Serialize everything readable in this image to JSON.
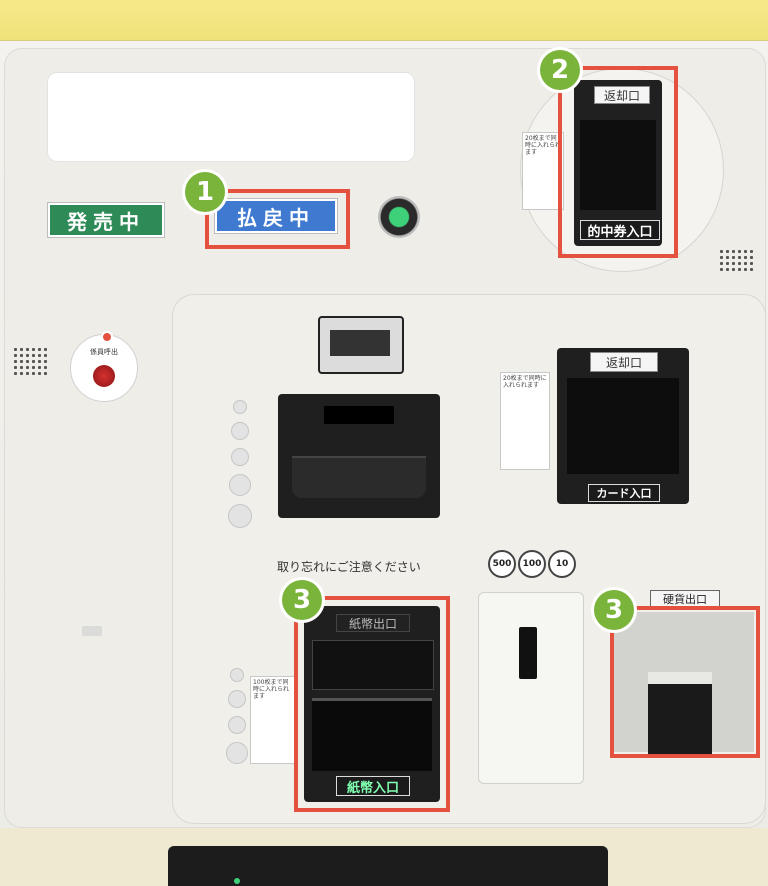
{
  "machine": {
    "status_labels": {
      "selling": "発売中",
      "payback": "払戻中"
    },
    "slots": {
      "winning_ticket_label": "的中券入口",
      "winning_ticket_return_label": "返却口",
      "card_return_label": "返却口",
      "card_insert_label": "カード入口",
      "note_insert_label": "紙幣入口",
      "note_return_label": "紙幣出口",
      "coin_return_label": "硬貨出口"
    },
    "staff_button_label": "係員呼出",
    "caution_text": "取り忘れにご注意ください",
    "instructions": {
      "upper_card": "20枚まで同時に入れられます",
      "middle_card": "20枚まで同時に入れられます",
      "lower_card": "100枚まで同時に入れられます"
    },
    "coins": [
      "500",
      "100",
      "10"
    ]
  },
  "steps": {
    "step1": "1",
    "step2": "2",
    "step3a": "3",
    "step3b": "3"
  },
  "colors": {
    "highlight": "#e4513e",
    "step_badge": "#7ab43a",
    "selling_label": "#2e8a57",
    "payback_label": "#3f7ad0",
    "top_bar": "#f1e47c"
  }
}
